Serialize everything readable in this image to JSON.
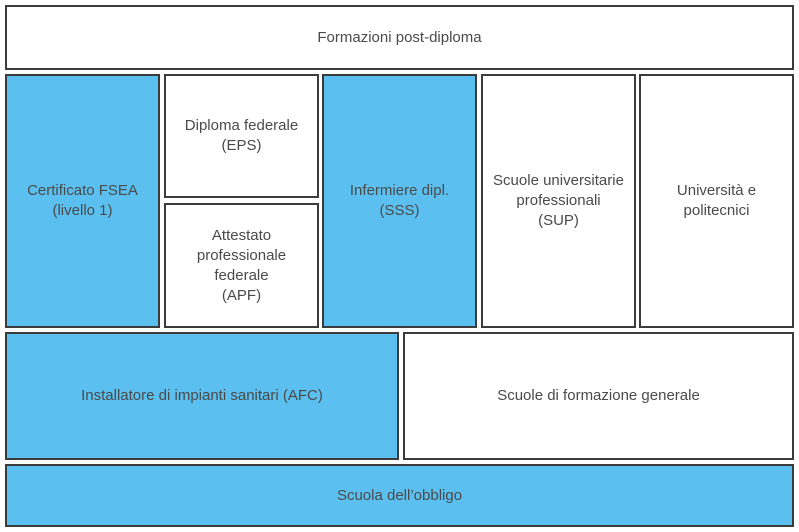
{
  "diagram": {
    "colors": {
      "highlight": "#5bc0f0",
      "plain": "#ffffff",
      "border": "#3b3b3b",
      "text": "#4a4a4a"
    },
    "top": "Formazioni post-diploma",
    "row_middle": {
      "certificato": "Certificato FSEA\n(livello 1)",
      "diploma_federale": "Diploma federale\n(EPS)",
      "attestato": "Attestato\nprofessionale\nfederale\n(APF)",
      "infermiere": "Infermiere dipl.\n(SSS)",
      "sup": "Scuole universitarie\nprofessionali\n(SUP)",
      "universita": "Università e\npolitecnici"
    },
    "row_lower": {
      "installatore": "Installatore di impianti sanitari (AFC)",
      "formazione_generale": "Scuole di formazione generale"
    },
    "bottom": "Scuola dell’obbligo"
  }
}
